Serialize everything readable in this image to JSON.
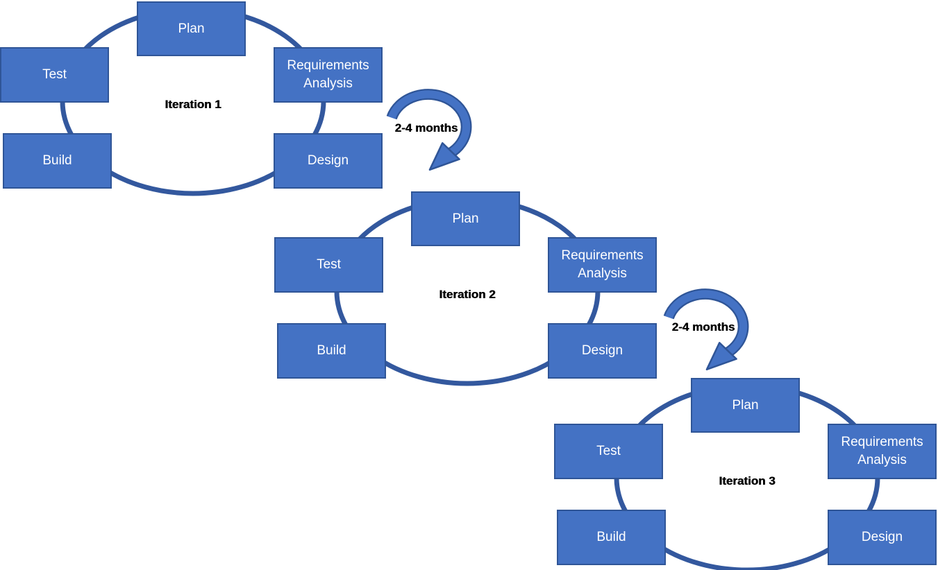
{
  "diagram": {
    "name": "iterative-development-cycles",
    "description": "Three repeated software development iteration cycles connected by duration arrows"
  },
  "colors": {
    "box_fill": "#4472C4",
    "box_border": "#2F5597",
    "box_text": "#FFFFFF",
    "cycle_ring_stroke": "#33589E",
    "arrow_fill": "#4472C4",
    "arrow_outline": "#2F5597",
    "label_text": "#000000",
    "background": "#FFFFFF"
  },
  "iterations": [
    {
      "label": "Iteration 1",
      "boxes": {
        "plan": "Plan",
        "requirements": "Requirements Analysis",
        "design": "Design",
        "build": "Build",
        "test": "Test"
      }
    },
    {
      "label": "Iteration 2",
      "boxes": {
        "plan": "Plan",
        "requirements": "Requirements Analysis",
        "design": "Design",
        "build": "Build",
        "test": "Test"
      }
    },
    {
      "label": "Iteration 3",
      "boxes": {
        "plan": "Plan",
        "requirements": "Requirements Analysis",
        "design": "Design",
        "build": "Build",
        "test": "Test"
      }
    }
  ],
  "arrows": [
    {
      "label": "2-4 months"
    },
    {
      "label": "2-4 months"
    }
  ]
}
